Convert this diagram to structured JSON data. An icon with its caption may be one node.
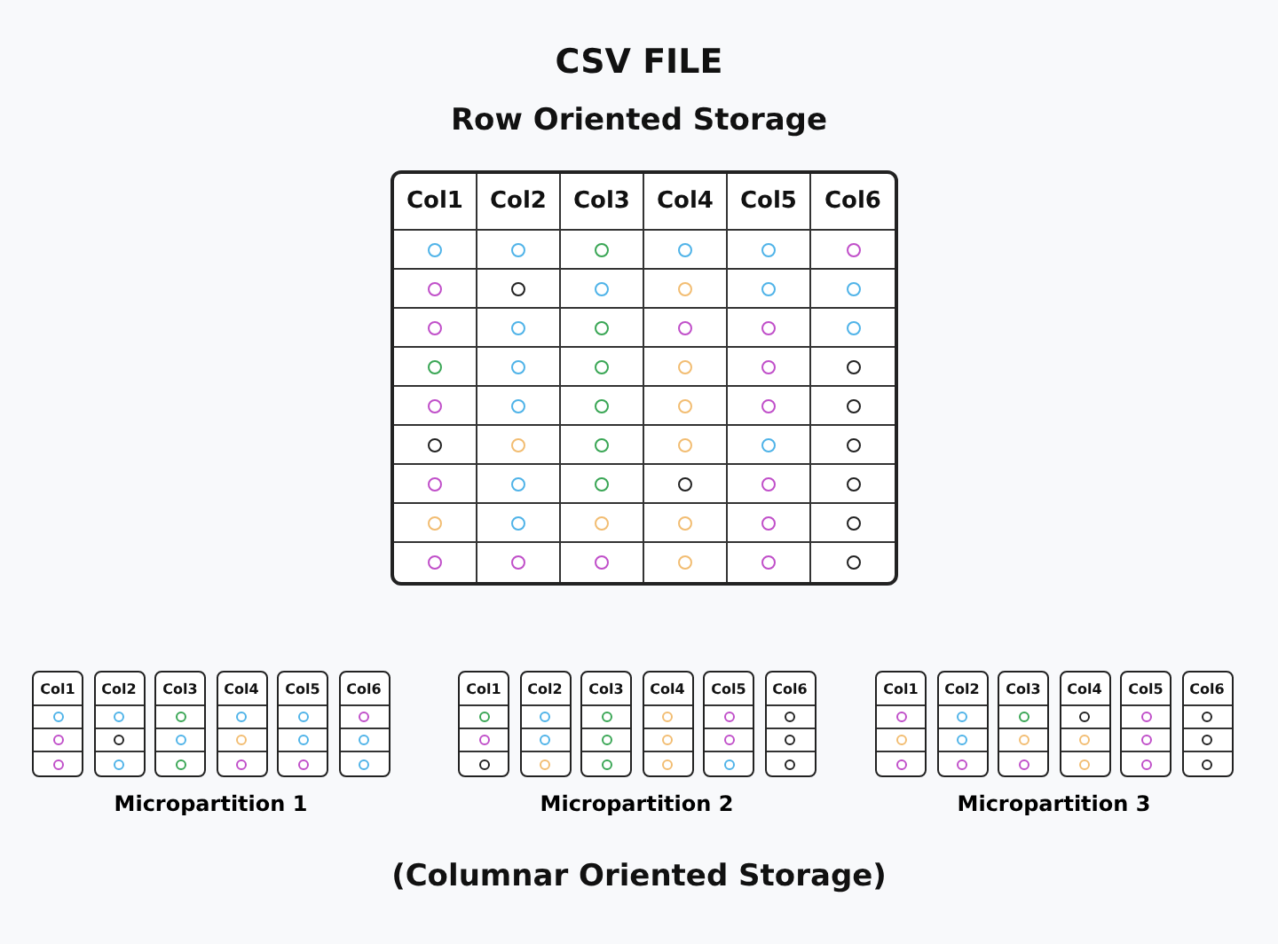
{
  "diagram": {
    "title": "CSV FILE",
    "labels": [
      "Row Oriented Storage",
      "Col1",
      "Col2",
      "Col3",
      "Col4",
      "Col5",
      "Col6",
      "Col1",
      "Col2",
      "Col3",
      "Col4",
      "Col5",
      "Col6",
      "Col1",
      "Col2",
      "Col3",
      "Col4",
      "Col5",
      "Col6",
      "Col1",
      "Col2",
      "Col3",
      "Col4",
      "Col5",
      "Col6",
      "Micropartition 1",
      "Micropartition 2",
      "Micropartition 3",
      "(Columnar Oriented Storage)"
    ]
  }
}
